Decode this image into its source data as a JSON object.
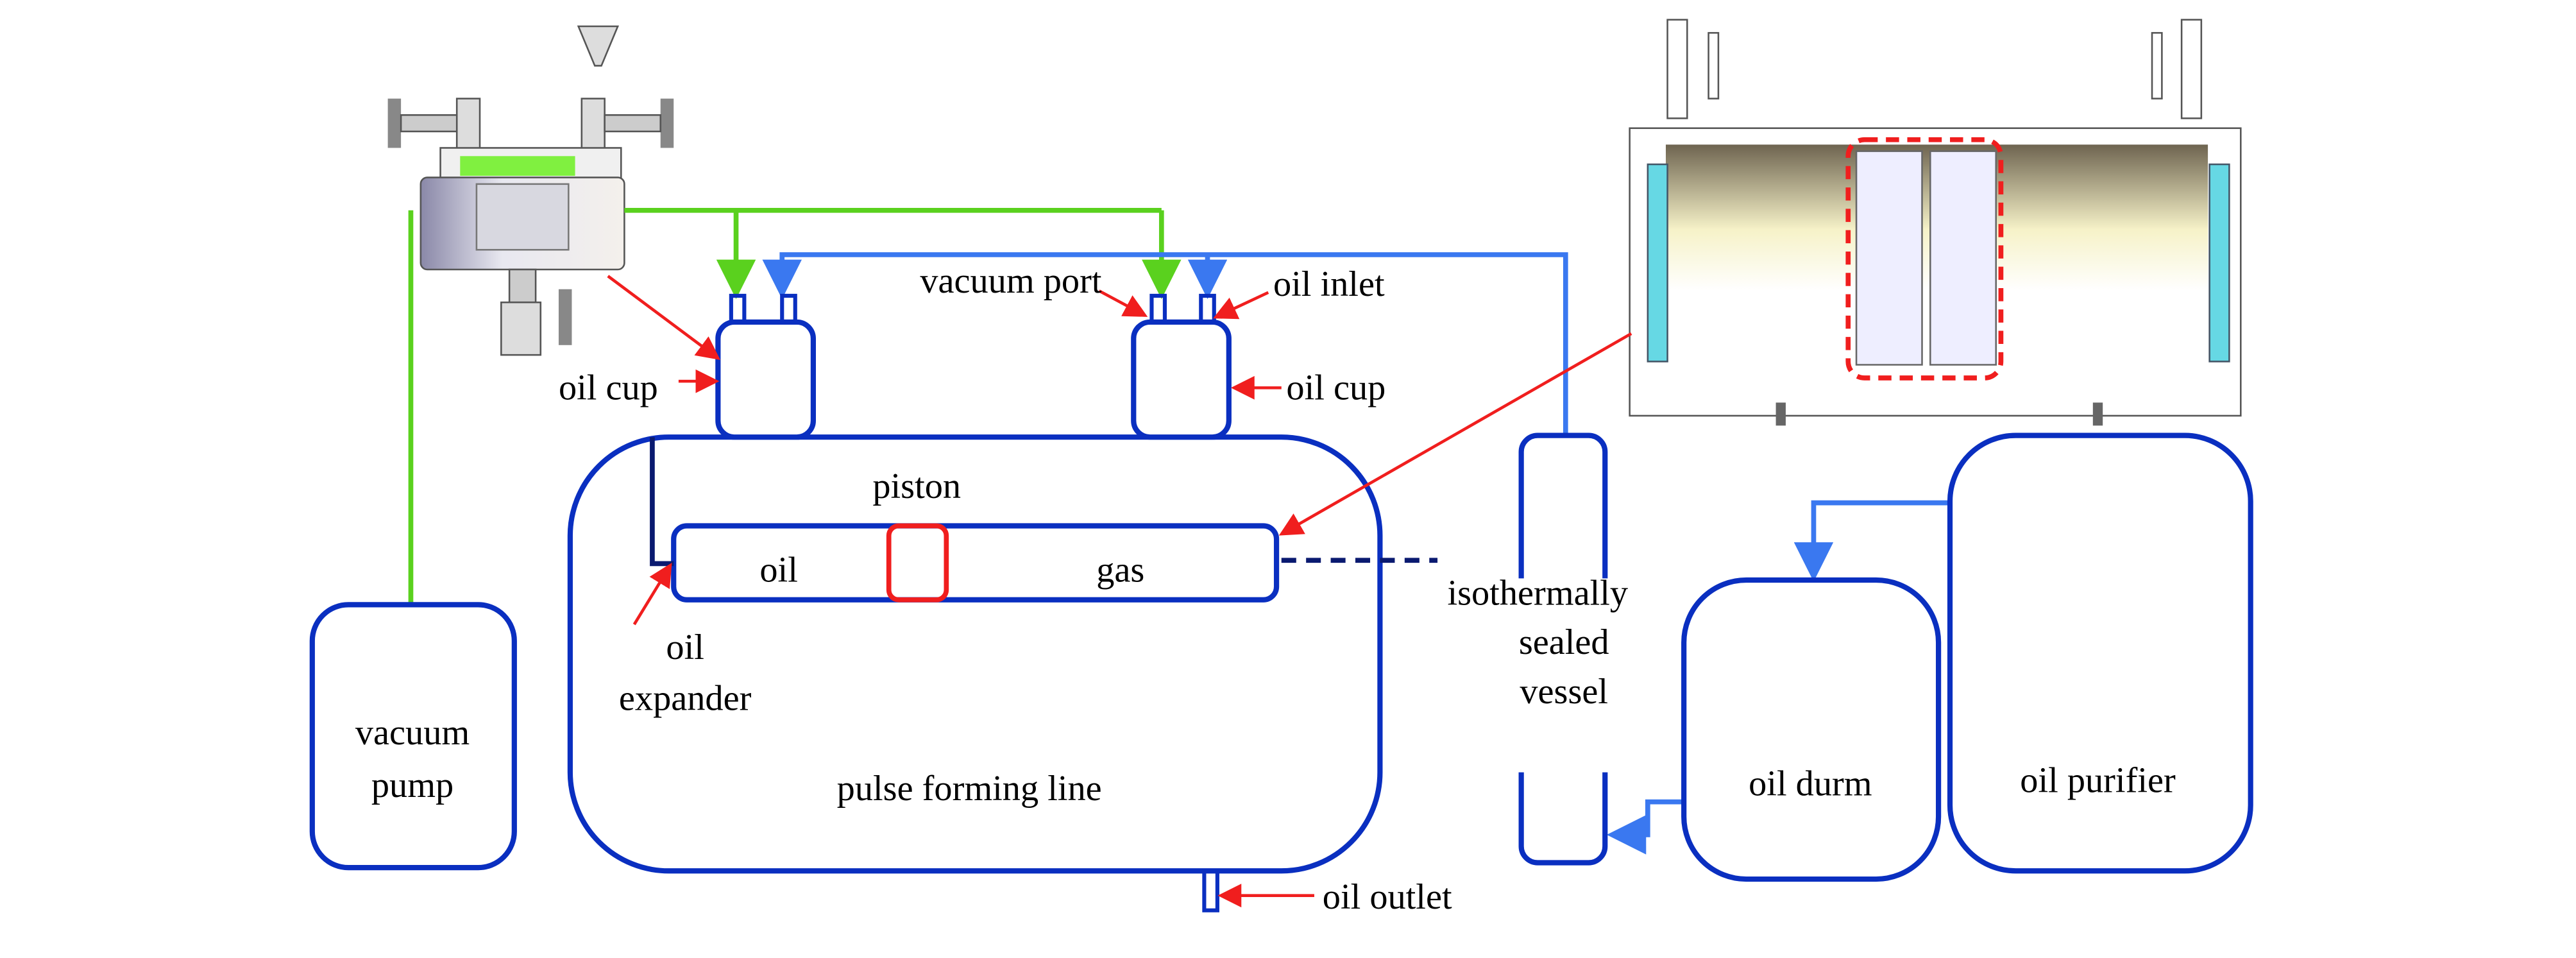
{
  "labels": {
    "vacuum_pump": [
      "vacuum",
      "pump"
    ],
    "oil_cup_left": "oil cup",
    "oil_cup_right": "oil cup",
    "vacuum_port": "vacuum port",
    "oil_inlet": "oil inlet",
    "piston": "piston",
    "oil": "oil",
    "gas": "gas",
    "oil_expander": [
      "oil",
      "expander"
    ],
    "pulse_forming_line": "pulse forming line",
    "oil_outlet": "oil outlet",
    "isothermally_sealed_vessel": [
      "isothermally",
      "sealed",
      "vessel"
    ],
    "oil_durm": "oil durm",
    "oil_purifier": "oil purifier"
  },
  "colors": {
    "vessel_outline": "#0a2fc0",
    "vacuum_line": "#5ad11e",
    "oil_line": "#3a78f0",
    "pointer_arrow": "#f01e1e",
    "piston": "#f01e1e",
    "window_panel": "#66d8e4"
  }
}
